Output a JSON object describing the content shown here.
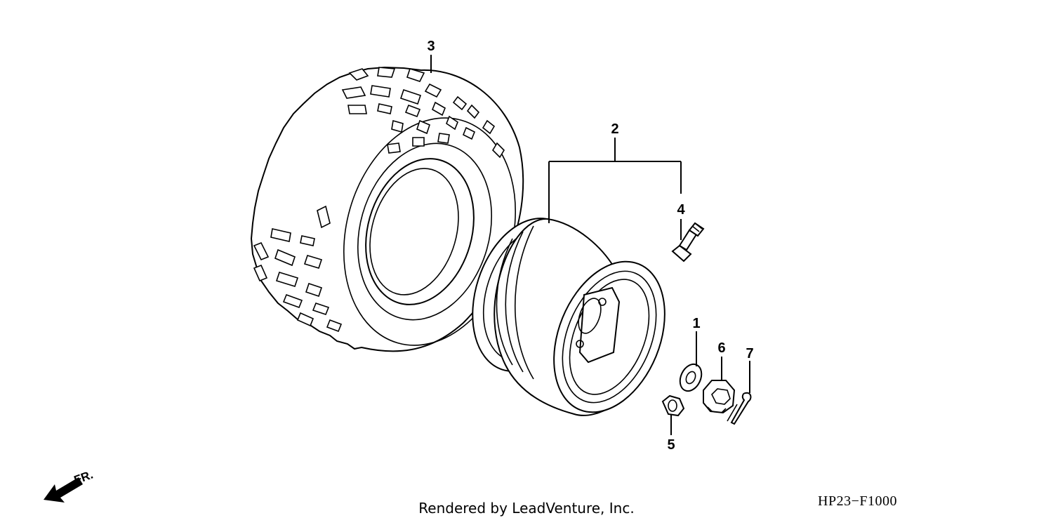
{
  "callouts": {
    "c1": "1",
    "c2": "2",
    "c3": "3",
    "c4": "4",
    "c5": "5",
    "c6": "6",
    "c7": "7"
  },
  "direction_label": "FR.",
  "footer_text": "Rendered by LeadVenture, Inc.",
  "diagram_code": "HP23−F1000",
  "icons": {
    "direction": "arrow-front-icon"
  }
}
